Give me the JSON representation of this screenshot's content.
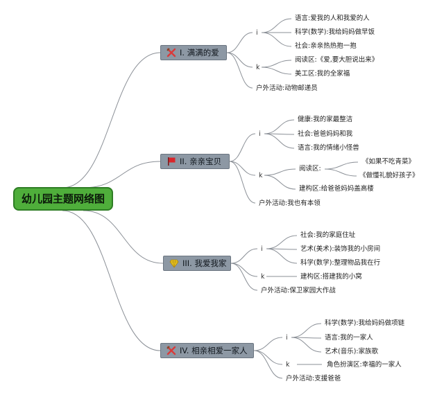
{
  "root": {
    "label": "幼儿园主题网络图"
  },
  "branches": [
    {
      "label": "I. 满满的爱",
      "icon": "crossed-tools-icon",
      "icon_color": "#d93a3a",
      "i_label": "i",
      "k_label": "k",
      "i_items": [
        "语言:爱我的人和我爱的人",
        "科学(数学):我给妈妈做早饭",
        "社会:亲亲热热抱一抱"
      ],
      "k_items": [
        "阅读区:《爱,要大胆说出来》",
        "美工区:我的全家福"
      ],
      "outdoor": "户外活动:动物邮递员"
    },
    {
      "label": "II. 亲亲宝贝",
      "icon": "red-flag-icon",
      "icon_color": "#d9262b",
      "i_label": "i",
      "k_label": "k",
      "i_items": [
        "健康:我的家最整洁",
        "社会:爸爸妈妈和我",
        "语言:我的情绪小怪兽"
      ],
      "reading_label": "阅读区:",
      "reading_items": [
        "《如果不吃青菜》",
        "《做懂礼貌好孩子》"
      ],
      "k_other": "建构区:给爸爸妈妈盖高楼",
      "outdoor": "户外活动:我也有本领"
    },
    {
      "label": "III. 我爱我家",
      "icon": "diamond-icon",
      "icon_color": "#e8c21c",
      "i_label": "i",
      "k_label": "k",
      "i_items": [
        "社会:我的家庭住址",
        "艺术(美术):装饰我的小房间",
        "科学(数学):整理物品我在行"
      ],
      "k_items": [
        "建构区:搭建我的小窝"
      ],
      "outdoor": "户外活动:保卫家园大作战"
    },
    {
      "label": "IV. 相亲相爱一家人",
      "icon": "crossed-tools-icon",
      "icon_color": "#d93a3a",
      "i_label": "i",
      "k_label": "k",
      "i_items": [
        "科学(数学):我给妈妈做项链",
        "语言:我的一家人",
        "艺术(音乐):家族歌"
      ],
      "k_items": [
        "角色扮演区:幸福的一家人"
      ],
      "outdoor": "户外活动:支援爸爸"
    }
  ],
  "colors": {
    "line": "#8a8f96",
    "root_fill": "#4fae3b",
    "branch_fill": "#8d98a4"
  }
}
